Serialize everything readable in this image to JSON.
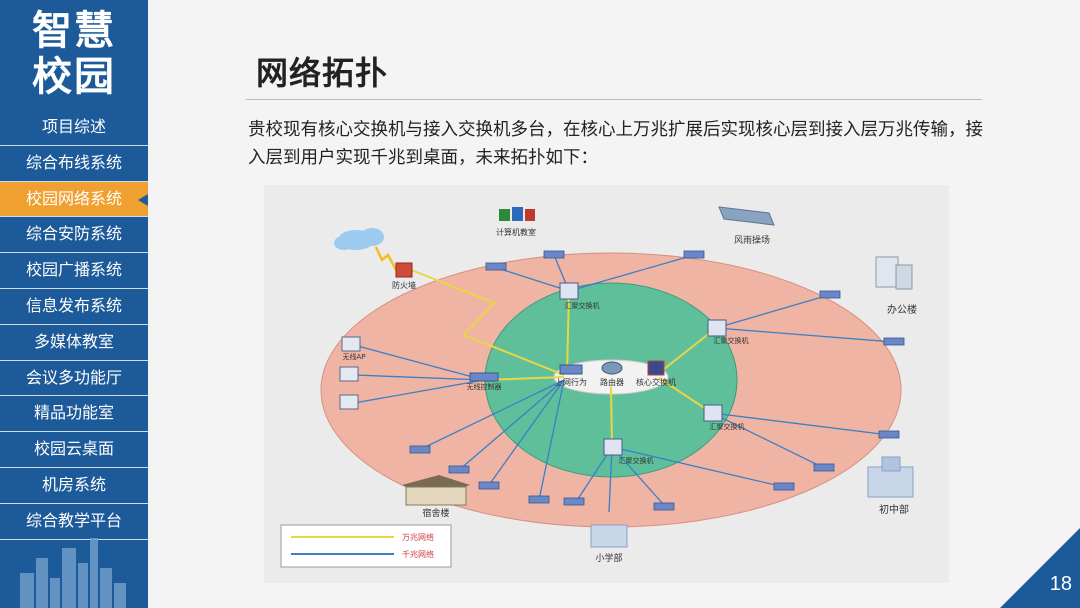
{
  "sidebar": {
    "logo": {
      "line1": "智慧",
      "line2": "校园"
    },
    "items": [
      {
        "label": "项目综述"
      },
      {
        "label": "综合布线系统"
      },
      {
        "label": "校园网络系统"
      },
      {
        "label": "综合安防系统"
      },
      {
        "label": "校园广播系统"
      },
      {
        "label": "信息发布系统"
      },
      {
        "label": "多媒体教室"
      },
      {
        "label": "会议多功能厅"
      },
      {
        "label": "精品功能室"
      },
      {
        "label": "校园云桌面"
      },
      {
        "label": "机房系统"
      },
      {
        "label": "综合教学平台"
      }
    ],
    "active_index": 2
  },
  "page": {
    "title": "网络拓扑",
    "description": "贵校现有核心交换机与接入交换机多台，在核心上万兆扩展后实现核心层到接入层万兆传输，接入层到用户实现千兆到桌面，未来拓扑如下：",
    "number": "18"
  },
  "diagram": {
    "labels": {
      "computer_room": "计算机教室",
      "playground": "风雨操场",
      "office": "办公楼",
      "firewall": "防火墙",
      "wireless_ap": "无线AP",
      "wireless_controller": "无线控制器",
      "behavior": "上网行为",
      "router": "路由器",
      "core_switch": "核心交换机",
      "agg_top": "汇聚交换机",
      "agg_right1": "汇聚交换机",
      "agg_right2": "汇聚交换机",
      "agg_bottom": "汇聚交换机",
      "junior": "初中部",
      "primary": "小学部",
      "dorm": "宿舍楼"
    },
    "legend": [
      {
        "label": "万兆网络",
        "color": "#e8d840"
      },
      {
        "label": "千兆网络",
        "color": "#3a7fc8"
      }
    ]
  },
  "colors": {
    "sidebar": "#1d5a9a",
    "active": "#f0a030",
    "outer_ring": "#f0b4a4",
    "inner_ring": "#5fbf9a"
  }
}
